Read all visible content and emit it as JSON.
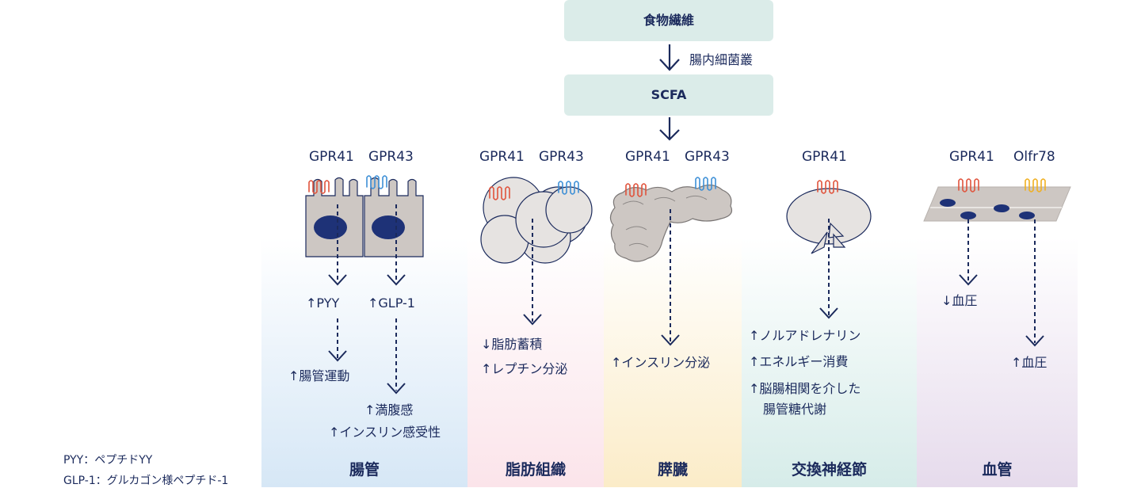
{
  "top": {
    "fiber": "食物繊維",
    "microbiota": "腸内細菌叢",
    "scfa": "SCFA"
  },
  "columns": [
    {
      "title": "腸管",
      "receptors": [
        "GPR41",
        "GPR43"
      ],
      "effects": [
        "↑PYY",
        "↑GLP-1",
        "↑腸管運動",
        "↑満腹感",
        "↑インスリン感受性"
      ]
    },
    {
      "title": "脂肪組織",
      "receptors": [
        "GPR41",
        "GPR43"
      ],
      "effects": [
        "↓脂肪蓄積",
        "↑レプチン分泌"
      ]
    },
    {
      "title": "膵臓",
      "receptors": [
        "GPR41",
        "GPR43"
      ],
      "effects": [
        "↑インスリン分泌"
      ]
    },
    {
      "title": "交換神経節",
      "receptors": [
        "GPR41"
      ],
      "effects": [
        "↑ノルアドレナリン",
        "↑エネルギー消費",
        "↑脳腸相関を介した",
        "腸管糖代謝"
      ]
    },
    {
      "title": "血管",
      "receptors": [
        "GPR41",
        "Olfr78"
      ],
      "effects": [
        "↓血圧",
        "↑血圧"
      ]
    }
  ],
  "legend": {
    "pyy": "PYY：ペプチドYY",
    "glp1": "GLP-1：グルカゴン様ペプチド-1"
  },
  "colors": {
    "navy": "#1b2a5c",
    "box": "#dbece9",
    "gpr41": "#e0533c",
    "gpr43": "#3d8fd6",
    "olfr78": "#f0b020",
    "tissue": "#cdc7c3",
    "adipocyte": "#e6e3e1"
  }
}
